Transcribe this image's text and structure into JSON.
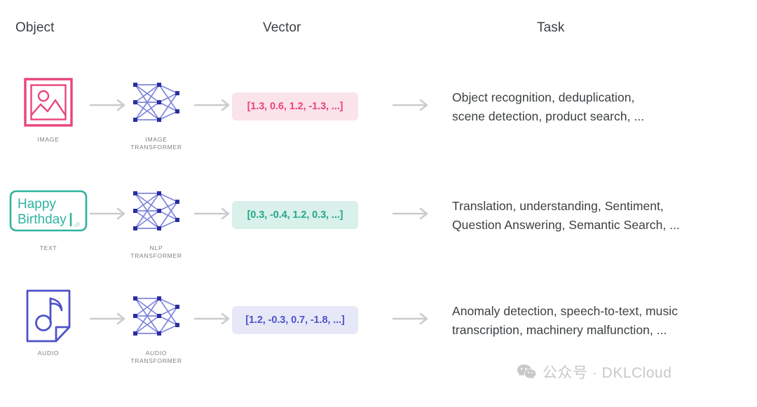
{
  "headers": {
    "object": "Object",
    "vector": "Vector",
    "task": "Task"
  },
  "colors": {
    "image_accent": "#e8457c",
    "image_chip_bg": "#fbe3ea",
    "text_accent": "#24a88c",
    "text_chip_bg": "#daf0ea",
    "audio_accent": "#4e53c8",
    "audio_chip_bg": "#e6e8f8",
    "network_node": "#2b2f9e",
    "network_edge": "#7f85dd",
    "arrow": "#c9cccf",
    "body_text": "#3c4043",
    "caption_text": "#7a7f85",
    "watermark": "#c6c8ca"
  },
  "rows": [
    {
      "id": "image",
      "object_icon": "picture-icon",
      "object_caption": "IMAGE",
      "object_text": "",
      "arrow_icon": "arrow-right-icon",
      "transformer_icon": "neural-network-icon",
      "transformer_caption": "IMAGE\nTRANSFORMER",
      "vector": "[1.3, 0.6, 1.2, -1.3, ...]",
      "task": "Object recognition, deduplication,\nscene detection, product search, ..."
    },
    {
      "id": "text",
      "object_icon": "text-box-icon",
      "object_caption": "TEXT",
      "object_text": "Happy\nBirthday",
      "arrow_icon": "arrow-right-icon",
      "transformer_icon": "neural-network-icon",
      "transformer_caption": "NLP\nTRANSFORMER",
      "vector": "[0.3, -0.4, 1.2, 0.3, ...]",
      "task": "Translation, understanding, Sentiment,\nQuestion Answering, Semantic Search, ..."
    },
    {
      "id": "audio",
      "object_icon": "audio-file-icon",
      "object_caption": "AUDIO",
      "object_text": "",
      "arrow_icon": "arrow-right-icon",
      "transformer_icon": "neural-network-icon",
      "transformer_caption": "AUDIO\nTRANSFORMER",
      "vector": "[1.2, -0.3, 0.7, -1.8, ...]",
      "task": "Anomaly detection, speech-to-text, music\ntranscription, machinery malfunction, ..."
    }
  ],
  "watermark": {
    "icon": "wechat-icon",
    "label": "公众号 · DKLCloud"
  }
}
